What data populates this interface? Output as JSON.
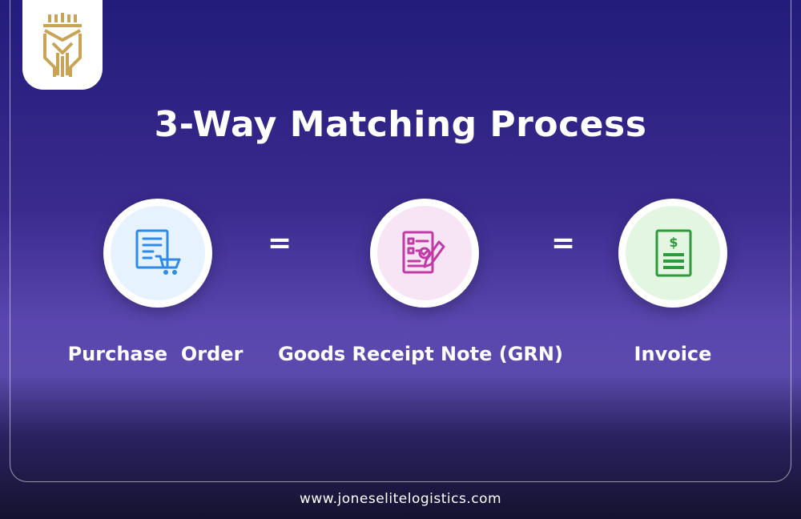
{
  "title": "3-Way Matching Process",
  "steps": [
    {
      "label": "Purchase  Order",
      "icon": "purchase-order-icon",
      "icon_color": "#2f8be8",
      "bg": "#e6f2fd"
    },
    {
      "label": "Goods Receipt Note (GRN)",
      "icon": "goods-receipt-note-icon",
      "icon_color": "#c23aa6",
      "bg": "#f7e4f4"
    },
    {
      "label": "Invoice",
      "icon": "invoice-icon",
      "icon_color": "#2e9a3a",
      "bg": "#e3f6e2"
    }
  ],
  "operators": [
    "=",
    "="
  ],
  "footer": {
    "url": "www.joneselitelogistics.com"
  },
  "colors": {
    "logo_gold": "#c9a455",
    "background_top": "#221c7a",
    "background_mid": "#5a46ae"
  }
}
